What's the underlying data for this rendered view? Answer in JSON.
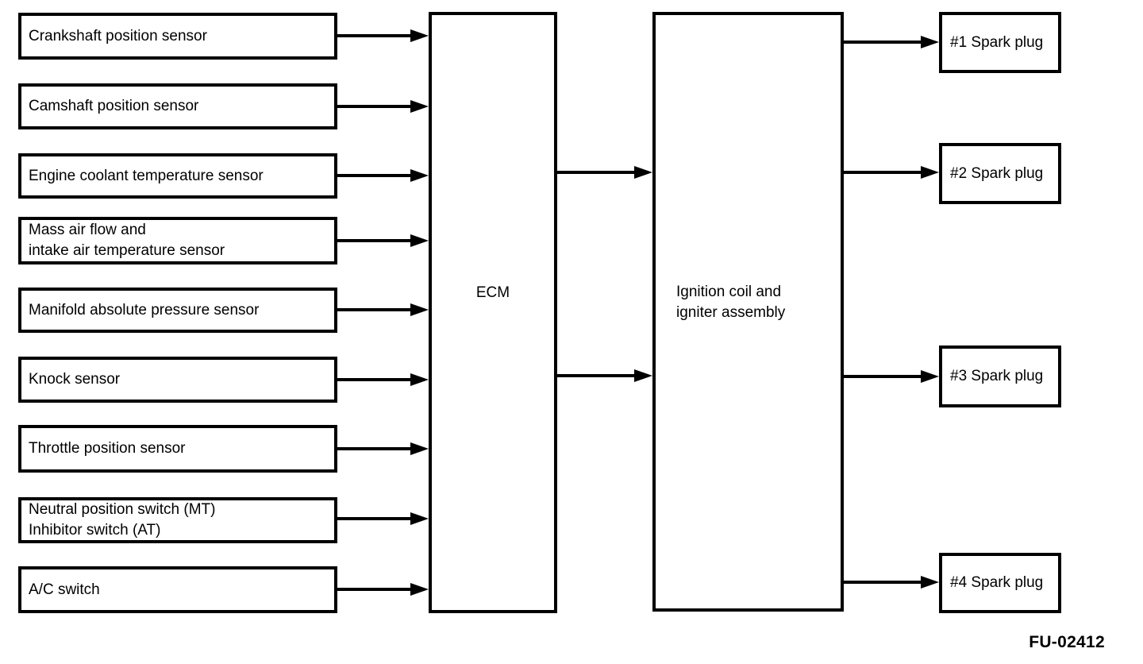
{
  "diagram": {
    "inputs": [
      "Crankshaft position sensor",
      "Camshaft position sensor",
      "Engine coolant temperature sensor",
      "Mass air flow and\nintake air temperature sensor",
      "Manifold absolute pressure sensor",
      "Knock sensor",
      "Throttle position sensor",
      "Neutral position switch (MT)\nInhibitor switch (AT)",
      "A/C switch"
    ],
    "ecm": {
      "label": "ECM"
    },
    "ignition": {
      "label": "Ignition coil and\nigniter assembly"
    },
    "outputs": [
      "#1 Spark plug",
      "#2 Spark plug",
      "#3 Spark plug",
      "#4 Spark plug"
    ],
    "figure_code": "FU-02412",
    "colors": {
      "line": "#000000",
      "background": "#ffffff"
    }
  }
}
